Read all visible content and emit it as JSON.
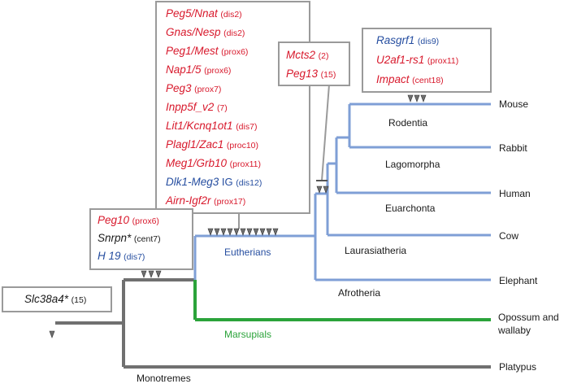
{
  "colors": {
    "red": "#d8192c",
    "blue": "#264ea0",
    "black": "#1a1a1a",
    "green": "#2ba33a",
    "tree_blue": "#7f9fd6",
    "tree_gray": "#707070",
    "box_border": "#9a9a9a"
  },
  "species": {
    "mouse": "Mouse",
    "rabbit": "Rabbit",
    "human": "Human",
    "cow": "Cow",
    "elephant": "Elephant",
    "opossum": "Opossum and wallaby",
    "platypus": "Platypus"
  },
  "clades": {
    "rodentia": "Rodentia",
    "lagomorpha": "Lagomorpha",
    "euarchonta": "Euarchonta",
    "laurasiatheria": "Laurasiatheria",
    "afrotheria": "Afrotheria",
    "eutherians": "Eutherians",
    "marsupials": "Marsupials",
    "monotremes": "Monotremes"
  },
  "boxes": {
    "eutherian_genes": [
      {
        "name": "Peg5/Nnat",
        "loc": "(dis2)",
        "color": "red"
      },
      {
        "name": "Gnas/Nesp",
        "loc": "(dis2)",
        "color": "red"
      },
      {
        "name": "Peg1/Mest",
        "loc": "(prox6)",
        "color": "red"
      },
      {
        "name": "Nap1/5",
        "loc": "(prox6)",
        "color": "red"
      },
      {
        "name": "Peg3",
        "loc": "(prox7)",
        "color": "red"
      },
      {
        "name": "Inpp5f_v2",
        "loc": "(7)",
        "color": "red"
      },
      {
        "name": "Lit1/Kcnq1ot1",
        "loc": "(dis7)",
        "color": "red"
      },
      {
        "name": "Plagl1/Zac1",
        "loc": "(proc10)",
        "color": "red"
      },
      {
        "name": "Meg1/Grb10",
        "loc": "(prox11)",
        "color": "red"
      },
      {
        "name": "Dlk1-Meg3",
        "tag": "IG",
        "loc": "(dis12)",
        "color": "blue"
      },
      {
        "name": "Airn-Igf2r",
        "loc": "(prox17)",
        "color": "red"
      }
    ],
    "therian_genes": [
      {
        "name": "Peg10",
        "loc": "(prox6)",
        "color": "red"
      },
      {
        "name": "Snrpn*",
        "loc": "(cent7)",
        "color": "black"
      },
      {
        "name": "H 19",
        "loc": "(dis7)",
        "color": "blue"
      }
    ],
    "mammal_genes": [
      {
        "name": "Slc38a4*",
        "loc": "(15)",
        "color": "black"
      }
    ],
    "euarchontoglires_genes": [
      {
        "name": "Mcts2",
        "loc": "(2)",
        "color": "red"
      },
      {
        "name": "Peg13",
        "loc": "(15)",
        "color": "red"
      }
    ],
    "rodent_genes": [
      {
        "name": "Rasgrf1",
        "loc": "(dis9)",
        "color": "blue"
      },
      {
        "name": "U2af1-rs1",
        "loc": "(prox11)",
        "color": "red"
      },
      {
        "name": "Impact",
        "loc": "(cent18)",
        "color": "red"
      }
    ]
  }
}
